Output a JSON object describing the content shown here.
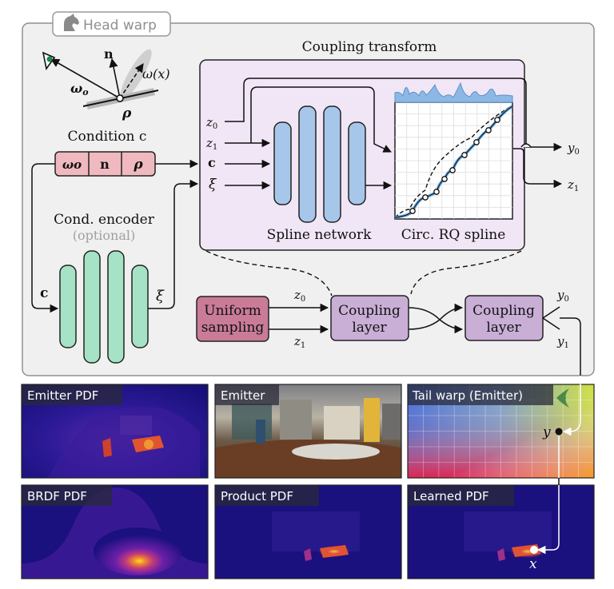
{
  "head_warp": {
    "title": "Head warp",
    "surface": {
      "omega_o": "ω",
      "omega_o_sub": "o",
      "normal": "n",
      "omega_x": "ω(x)",
      "rho": "ρ"
    },
    "condition": {
      "title": "Condition c",
      "cells": [
        "ωo",
        "n",
        "ρ"
      ]
    },
    "cond_encoder": {
      "title": "Cond. encoder",
      "subtitle": "(optional)",
      "input": "c",
      "output": "ξ"
    },
    "coupling_transform": {
      "title": "Coupling transform",
      "inputs": [
        "z0",
        "z1",
        "c",
        "ξ"
      ],
      "outputs": [
        "y0",
        "z1"
      ],
      "spline_network_label": "Spline network",
      "spline_label": "Circ. RQ spline"
    },
    "pipeline": {
      "uniform": "Uniform sampling",
      "uniform_lines": [
        "Uniform",
        "sampling"
      ],
      "z0": "z0",
      "z1": "z1",
      "coupling_layer_1": [
        "Coupling",
        "layer"
      ],
      "coupling_layer_2": [
        "Coupling",
        "layer"
      ],
      "y0": "y0",
      "y1": "y1"
    }
  },
  "panels": [
    {
      "title": "Emitter PDF"
    },
    {
      "title": "Emitter"
    },
    {
      "title": "Tail warp (Emitter)",
      "point": "y"
    },
    {
      "title": "BRDF PDF"
    },
    {
      "title": "Product PDF"
    },
    {
      "title": "Learned PDF",
      "point": "x"
    }
  ],
  "colors": {
    "background_box": "#f0f0f0",
    "coupling_box": "#f1e6f5",
    "network_blue": "#a7c7ea",
    "encoder_green": "#a6e3c6",
    "condition_pink": "#f0b9bf",
    "uniform_pink": "#c97b98",
    "coupling_purple": "#c9aed6",
    "pdf_dark": "#1b0f7a"
  }
}
